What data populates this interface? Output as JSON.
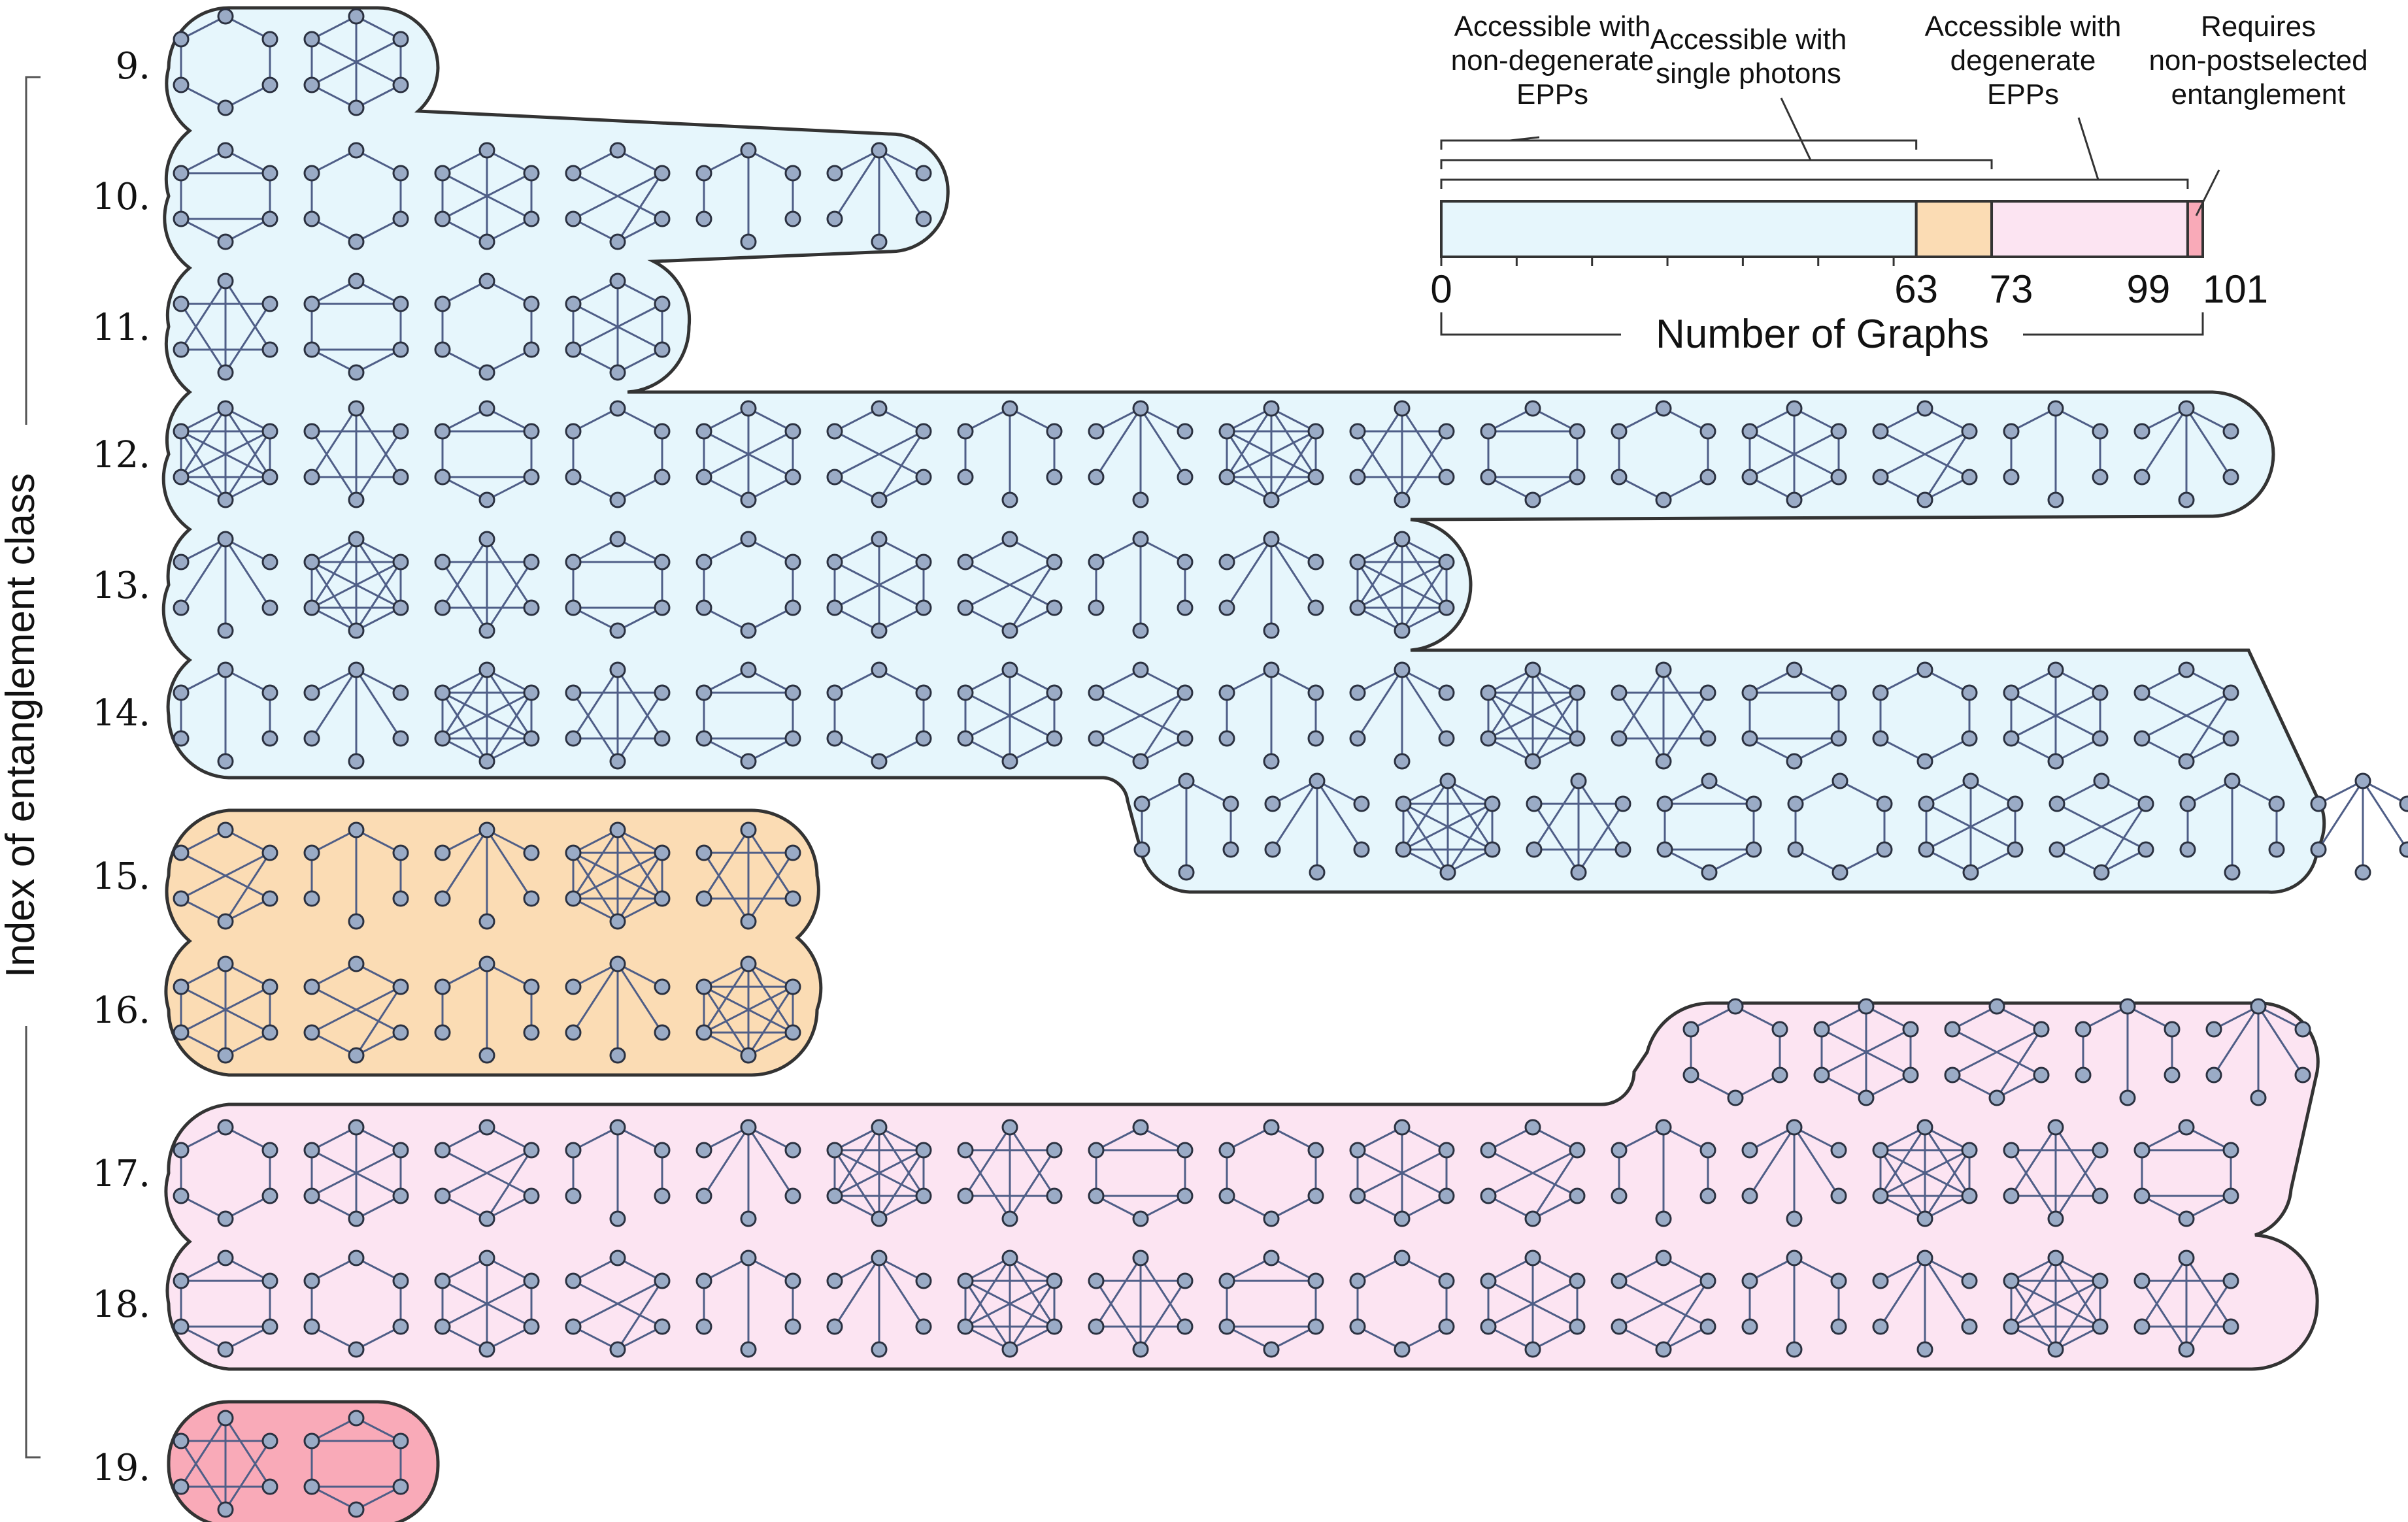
{
  "y_axis_title": "Index of entanglement class",
  "rows": [
    {
      "label": "9.",
      "count": 2
    },
    {
      "label": "10.",
      "count": 6
    },
    {
      "label": "11.",
      "count": 4
    },
    {
      "label": "12.",
      "count": 16
    },
    {
      "label": "13.",
      "count": 10
    },
    {
      "label": "14.",
      "count": 26
    },
    {
      "label": "15.",
      "count": 5
    },
    {
      "label": "16.",
      "count": 5
    },
    {
      "label": "17.",
      "count": 21
    },
    {
      "label": "18.",
      "count": 16
    },
    {
      "label": "19.",
      "count": 2
    }
  ],
  "categories": [
    {
      "text": "Accessible with non-degenerate EPPs",
      "lines": [
        "Accessible with",
        "non-degenerate",
        "EPPs"
      ],
      "color": "#e6f6fc",
      "rows": [
        0,
        1,
        2,
        3,
        4,
        5
      ]
    },
    {
      "text": "Accessible with single photons",
      "lines": [
        "Accessible with",
        "single photons"
      ],
      "color": "#fbdcb4",
      "rows": [
        6,
        7
      ]
    },
    {
      "text": "Accessible with degenerate EPPs",
      "lines": [
        "Accessible with",
        "degenerate",
        "EPPs"
      ],
      "color": "#fce4f2",
      "rows": [
        8,
        9
      ]
    },
    {
      "text": "Requires non-postselected entanglement",
      "lines": [
        "Requires",
        "non-postselected",
        "entanglement"
      ],
      "color": "#f9aab8",
      "rows": [
        10
      ]
    }
  ],
  "bar": {
    "ticks": [
      "0",
      "63",
      "73",
      "99",
      "101"
    ],
    "boundaries": [
      0,
      63,
      73,
      99,
      101
    ],
    "axis_title": "Number of  Graphs"
  },
  "colors": {
    "node_fill": "#9aabc6",
    "node_stroke": "#2b3140",
    "edge": "#4f5e87",
    "outline": "#333333"
  }
}
